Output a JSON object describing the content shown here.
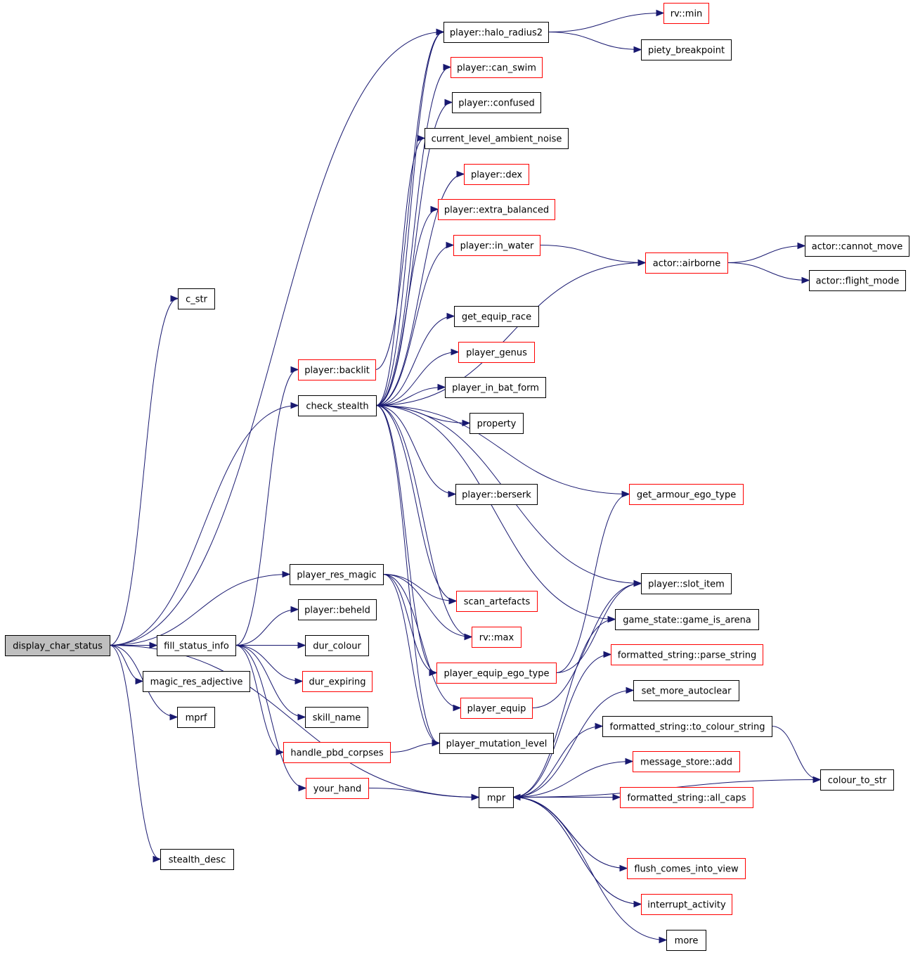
{
  "diagram": {
    "colors": {
      "edge": "#191970",
      "border_normal": "#000000",
      "border_truncated": "#ff0000",
      "root_fill": "#bfbfbf",
      "node_fill": "#ffffff"
    },
    "nodes": [
      {
        "id": "display_char_status",
        "label": "display_char_status",
        "kind": "root"
      },
      {
        "id": "c_str",
        "label": "c_str",
        "kind": "normal"
      },
      {
        "id": "player_backlit",
        "label": "player::backlit",
        "kind": "truncated"
      },
      {
        "id": "check_stealth",
        "label": "check_stealth",
        "kind": "normal"
      },
      {
        "id": "player_res_magic",
        "label": "player_res_magic",
        "kind": "normal"
      },
      {
        "id": "player_beheld",
        "label": "player::beheld",
        "kind": "normal"
      },
      {
        "id": "fill_status_info",
        "label": "fill_status_info",
        "kind": "normal"
      },
      {
        "id": "dur_colour",
        "label": "dur_colour",
        "kind": "normal"
      },
      {
        "id": "magic_res_adjective",
        "label": "magic_res_adjective",
        "kind": "normal"
      },
      {
        "id": "dur_expiring",
        "label": "dur_expiring",
        "kind": "truncated"
      },
      {
        "id": "mprf",
        "label": "mprf",
        "kind": "normal"
      },
      {
        "id": "skill_name",
        "label": "skill_name",
        "kind": "normal"
      },
      {
        "id": "handle_pbd_corpses",
        "label": "handle_pbd_corpses",
        "kind": "truncated"
      },
      {
        "id": "your_hand",
        "label": "your_hand",
        "kind": "truncated"
      },
      {
        "id": "stealth_desc",
        "label": "stealth_desc",
        "kind": "normal"
      },
      {
        "id": "player_halo_radius2",
        "label": "player::halo_radius2",
        "kind": "normal"
      },
      {
        "id": "player_can_swim",
        "label": "player::can_swim",
        "kind": "truncated"
      },
      {
        "id": "player_confused",
        "label": "player::confused",
        "kind": "normal"
      },
      {
        "id": "current_level_ambient_noise",
        "label": "current_level_ambient_noise",
        "kind": "normal"
      },
      {
        "id": "player_dex",
        "label": "player::dex",
        "kind": "truncated"
      },
      {
        "id": "player_extra_balanced",
        "label": "player::extra_balanced",
        "kind": "truncated"
      },
      {
        "id": "player_in_water",
        "label": "player::in_water",
        "kind": "truncated"
      },
      {
        "id": "get_equip_race",
        "label": "get_equip_race",
        "kind": "normal"
      },
      {
        "id": "player_genus",
        "label": "player_genus",
        "kind": "truncated"
      },
      {
        "id": "player_in_bat_form",
        "label": "player_in_bat_form",
        "kind": "normal"
      },
      {
        "id": "property",
        "label": "property",
        "kind": "normal"
      },
      {
        "id": "player_berserk",
        "label": "player::berserk",
        "kind": "normal"
      },
      {
        "id": "scan_artefacts",
        "label": "scan_artefacts",
        "kind": "truncated"
      },
      {
        "id": "rv_max",
        "label": "rv::max",
        "kind": "truncated"
      },
      {
        "id": "player_equip_ego_type",
        "label": "player_equip_ego_type",
        "kind": "truncated"
      },
      {
        "id": "player_equip",
        "label": "player_equip",
        "kind": "truncated"
      },
      {
        "id": "player_mutation_level",
        "label": "player_mutation_level",
        "kind": "normal"
      },
      {
        "id": "mpr",
        "label": "mpr",
        "kind": "normal"
      },
      {
        "id": "rv_min",
        "label": "rv::min",
        "kind": "truncated"
      },
      {
        "id": "piety_breakpoint",
        "label": "piety_breakpoint",
        "kind": "normal"
      },
      {
        "id": "actor_airborne",
        "label": "actor::airborne",
        "kind": "truncated"
      },
      {
        "id": "get_armour_ego_type",
        "label": "get_armour_ego_type",
        "kind": "truncated"
      },
      {
        "id": "player_slot_item",
        "label": "player::slot_item",
        "kind": "normal"
      },
      {
        "id": "game_state_game_is_arena",
        "label": "game_state::game_is_arena",
        "kind": "normal"
      },
      {
        "id": "formatted_string_parse_string",
        "label": "formatted_string::parse_string",
        "kind": "truncated"
      },
      {
        "id": "set_more_autoclear",
        "label": "set_more_autoclear",
        "kind": "normal"
      },
      {
        "id": "formatted_string_to_colour_string",
        "label": "formatted_string::to_colour_string",
        "kind": "normal"
      },
      {
        "id": "message_store_add",
        "label": "message_store::add",
        "kind": "truncated"
      },
      {
        "id": "formatted_string_all_caps",
        "label": "formatted_string::all_caps",
        "kind": "truncated"
      },
      {
        "id": "flush_comes_into_view",
        "label": "flush_comes_into_view",
        "kind": "truncated"
      },
      {
        "id": "interrupt_activity",
        "label": "interrupt_activity",
        "kind": "truncated"
      },
      {
        "id": "more",
        "label": "more",
        "kind": "normal"
      },
      {
        "id": "actor_cannot_move",
        "label": "actor::cannot_move",
        "kind": "normal"
      },
      {
        "id": "actor_flight_mode",
        "label": "actor::flight_mode",
        "kind": "normal"
      },
      {
        "id": "colour_to_str",
        "label": "colour_to_str",
        "kind": "normal"
      }
    ],
    "edges": [
      [
        "display_char_status",
        "c_str"
      ],
      [
        "display_char_status",
        "player_halo_radius2"
      ],
      [
        "display_char_status",
        "check_stealth"
      ],
      [
        "display_char_status",
        "player_res_magic"
      ],
      [
        "display_char_status",
        "fill_status_info"
      ],
      [
        "display_char_status",
        "magic_res_adjective"
      ],
      [
        "display_char_status",
        "mprf"
      ],
      [
        "display_char_status",
        "mpr"
      ],
      [
        "display_char_status",
        "stealth_desc"
      ],
      [
        "fill_status_info",
        "player_backlit"
      ],
      [
        "fill_status_info",
        "player_beheld"
      ],
      [
        "fill_status_info",
        "dur_colour"
      ],
      [
        "fill_status_info",
        "dur_expiring"
      ],
      [
        "fill_status_info",
        "skill_name"
      ],
      [
        "fill_status_info",
        "handle_pbd_corpses"
      ],
      [
        "fill_status_info",
        "your_hand"
      ],
      [
        "player_backlit",
        "player_halo_radius2"
      ],
      [
        "check_stealth",
        "player_halo_radius2"
      ],
      [
        "check_stealth",
        "player_can_swim"
      ],
      [
        "check_stealth",
        "player_confused"
      ],
      [
        "check_stealth",
        "current_level_ambient_noise"
      ],
      [
        "check_stealth",
        "player_dex"
      ],
      [
        "check_stealth",
        "player_extra_balanced"
      ],
      [
        "check_stealth",
        "player_in_water"
      ],
      [
        "check_stealth",
        "actor_airborne"
      ],
      [
        "check_stealth",
        "get_equip_race"
      ],
      [
        "check_stealth",
        "player_genus"
      ],
      [
        "check_stealth",
        "player_in_bat_form"
      ],
      [
        "check_stealth",
        "property"
      ],
      [
        "check_stealth",
        "player_berserk"
      ],
      [
        "check_stealth",
        "get_armour_ego_type"
      ],
      [
        "check_stealth",
        "player_slot_item"
      ],
      [
        "check_stealth",
        "scan_artefacts"
      ],
      [
        "check_stealth",
        "rv_max"
      ],
      [
        "check_stealth",
        "game_state_game_is_arena"
      ],
      [
        "check_stealth",
        "player_equip_ego_type"
      ],
      [
        "check_stealth",
        "player_mutation_level"
      ],
      [
        "player_res_magic",
        "scan_artefacts"
      ],
      [
        "player_res_magic",
        "rv_max"
      ],
      [
        "player_res_magic",
        "player_equip_ego_type"
      ],
      [
        "player_res_magic",
        "player_equip"
      ],
      [
        "player_res_magic",
        "player_mutation_level"
      ],
      [
        "handle_pbd_corpses",
        "player_mutation_level"
      ],
      [
        "your_hand",
        "mpr"
      ],
      [
        "player_halo_radius2",
        "rv_min"
      ],
      [
        "player_halo_radius2",
        "piety_breakpoint"
      ],
      [
        "player_in_water",
        "actor_airborne"
      ],
      [
        "actor_airborne",
        "actor_cannot_move"
      ],
      [
        "actor_airborne",
        "actor_flight_mode"
      ],
      [
        "player_equip_ego_type",
        "get_armour_ego_type"
      ],
      [
        "player_equip_ego_type",
        "player_slot_item"
      ],
      [
        "player_equip",
        "player_slot_item"
      ],
      [
        "mpr",
        "game_state_game_is_arena"
      ],
      [
        "mpr",
        "formatted_string_parse_string"
      ],
      [
        "mpr",
        "set_more_autoclear"
      ],
      [
        "mpr",
        "formatted_string_to_colour_string"
      ],
      [
        "mpr",
        "message_store_add"
      ],
      [
        "mpr",
        "formatted_string_all_caps"
      ],
      [
        "mpr",
        "colour_to_str"
      ],
      [
        "mpr",
        "flush_comes_into_view"
      ],
      [
        "mpr",
        "interrupt_activity"
      ],
      [
        "mpr",
        "more"
      ],
      [
        "flush_comes_into_view",
        "mpr"
      ],
      [
        "interrupt_activity",
        "mpr"
      ],
      [
        "formatted_string_to_colour_string",
        "colour_to_str"
      ]
    ]
  }
}
